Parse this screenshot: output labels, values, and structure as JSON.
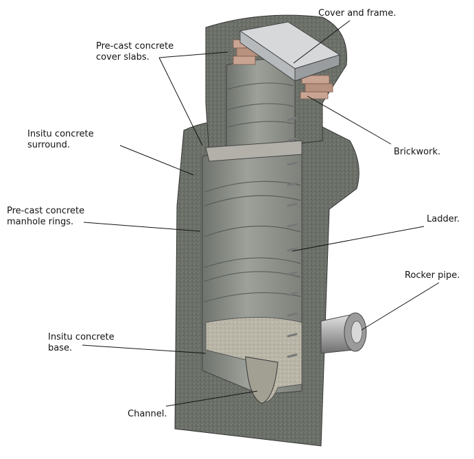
{
  "labels": {
    "cover_frame": "Cover and frame.",
    "cover_slabs": [
      "Pre-cast concrete",
      "cover slabs."
    ],
    "surround": [
      "Insitu concrete",
      "surround."
    ],
    "rings": [
      "Pre-cast concrete",
      "manhole rings."
    ],
    "base": [
      "Insitu concrete",
      "base."
    ],
    "channel": "Channel.",
    "brickwork": "Brickwork.",
    "ladder": "Ladder.",
    "rocker_pipe": "Rocker pipe."
  },
  "colors": {
    "concrete": "#6b7068",
    "concrete_dark": "#50544e",
    "interior": "#8e928c",
    "base_fill": "#b7b4a6",
    "brick": "#c9a493",
    "cover": "#c4c7c9",
    "pipe": "#bcbcbc",
    "leader": "#111111"
  }
}
